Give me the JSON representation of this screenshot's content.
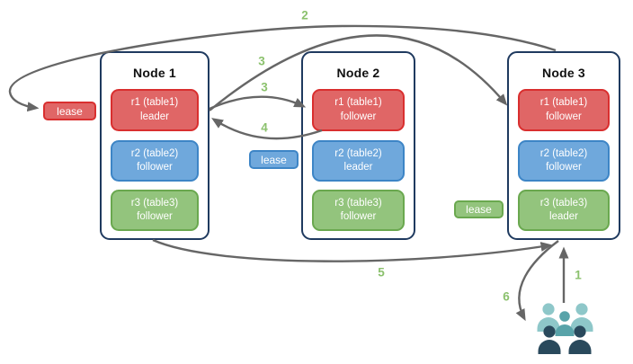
{
  "nodes": [
    {
      "title": "Node 1",
      "replicas": [
        {
          "label": "r1 (table1)",
          "role": "leader",
          "color": "#e06666"
        },
        {
          "label": "r2 (table2)",
          "role": "follower",
          "color": "#6fa8dc"
        },
        {
          "label": "r3 (table3)",
          "role": "follower",
          "color": "#93c47d"
        }
      ]
    },
    {
      "title": "Node 2",
      "replicas": [
        {
          "label": "r1 (table1)",
          "role": "follower",
          "color": "#e06666"
        },
        {
          "label": "r2 (table2)",
          "role": "leader",
          "color": "#6fa8dc"
        },
        {
          "label": "r3 (table3)",
          "role": "follower",
          "color": "#93c47d"
        }
      ]
    },
    {
      "title": "Node 3",
      "replicas": [
        {
          "label": "r1 (table1)",
          "role": "follower",
          "color": "#e06666"
        },
        {
          "label": "r2 (table2)",
          "role": "follower",
          "color": "#6fa8dc"
        },
        {
          "label": "r3 (table3)",
          "role": "leader",
          "color": "#93c47d"
        }
      ]
    }
  ],
  "leases": [
    {
      "label": "lease",
      "color": "#e06666"
    },
    {
      "label": "lease",
      "color": "#6fa8dc"
    },
    {
      "label": "lease",
      "color": "#93c47d"
    }
  ],
  "steps": {
    "s1": "1",
    "s2": "2",
    "s3a": "3",
    "s3b": "3",
    "s4": "4",
    "s5": "5",
    "s6": "6"
  },
  "icons": {
    "users": "users-group-icon"
  },
  "colors": {
    "red_fill": "#e06666",
    "red_border": "#d92f2f",
    "blue_fill": "#6fa8dc",
    "blue_border": "#3d85c6",
    "green_fill": "#93c47d",
    "green_border": "#6aa84f",
    "node_border": "#1f3a5f",
    "arrow": "#666666",
    "step_number": "#8bc16d",
    "users_light": "#8ec7c9",
    "users_mid": "#58a3a9",
    "users_dark": "#29495c"
  }
}
